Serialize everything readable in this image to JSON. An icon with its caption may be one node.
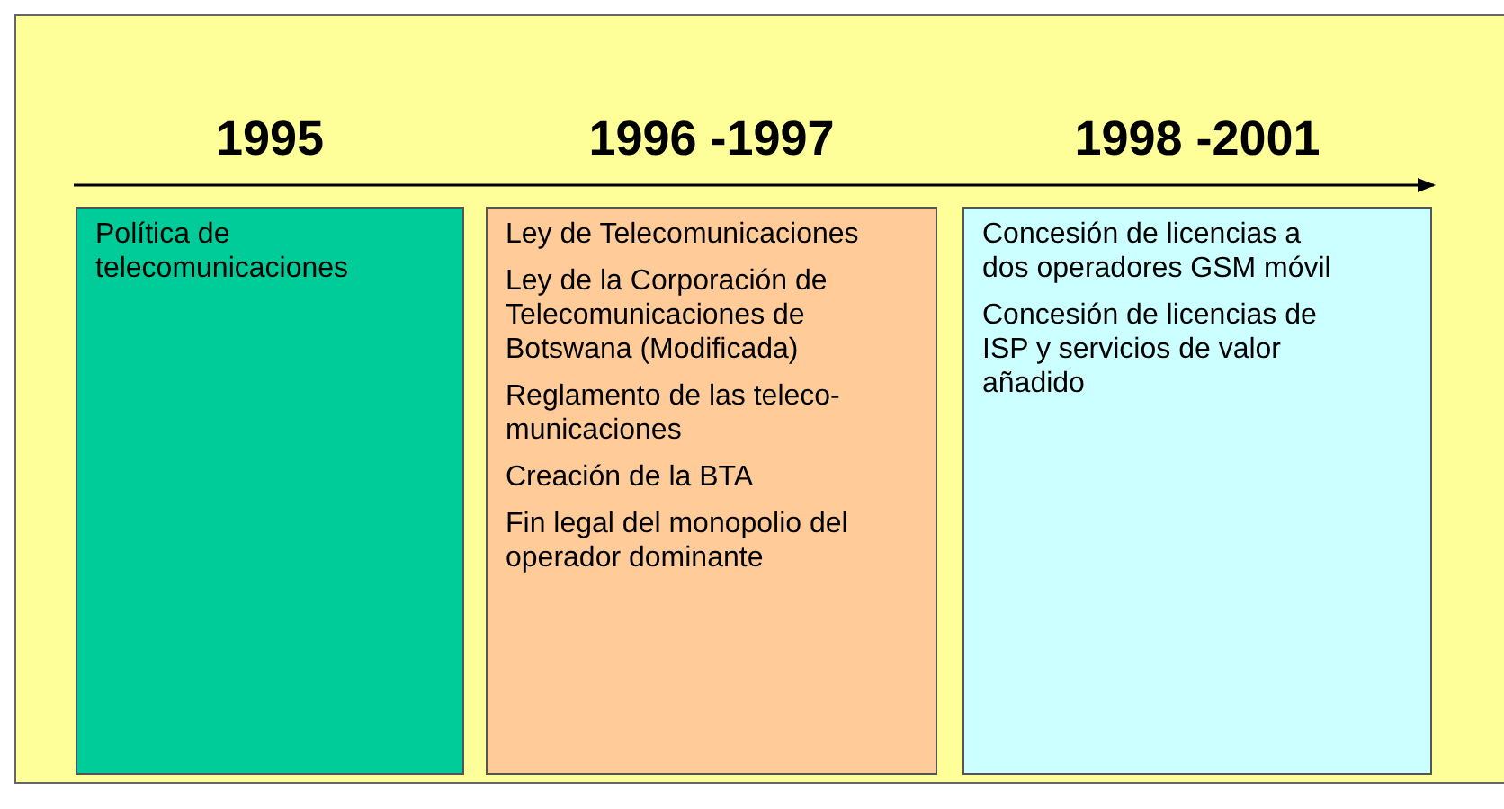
{
  "diagram": {
    "nodes": [
      {
        "text": [
          "Política de telecomunicaciones"
        ]
      },
      {
        "text": [
          "Ley de Telecomunicaciones",
          "Ley de la Corporación de Telecomunicaciones de Botswana (Modificada)",
          "Reglamento de las teleco- municaciones",
          "Creación de la BTA",
          "Fin legal del monopolio del operador dominante"
        ]
      },
      {
        "text": [
          "Concesión de licencias a dos operadores GSM móvil",
          "Concesión de licencias de ISP y servicios de valor añadido"
        ]
      }
    ],
    "edges": [],
    "labels": [
      "1995",
      "1996 -1997",
      "1998 -2001"
    ]
  }
}
